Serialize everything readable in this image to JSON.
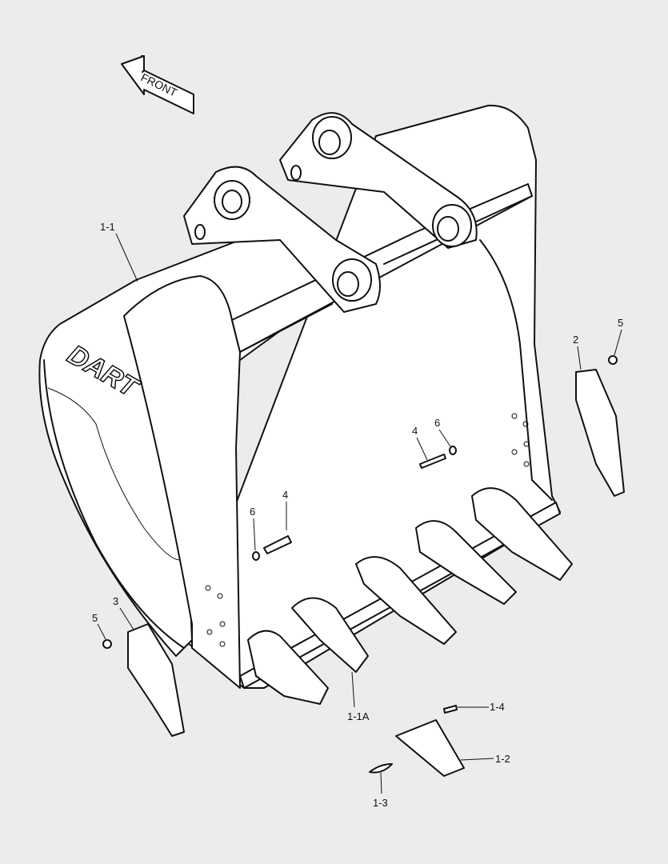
{
  "diagram": {
    "direction_arrow": "FRONT",
    "logo": "DART",
    "colors": {
      "background": "#ececec",
      "line": "#111111",
      "fill": "#ffffff"
    },
    "callouts": [
      {
        "id": "c-1-1",
        "label": "1-1"
      },
      {
        "id": "c-2",
        "label": "2"
      },
      {
        "id": "c-5a",
        "label": "5"
      },
      {
        "id": "c-4a",
        "label": "4"
      },
      {
        "id": "c-6a",
        "label": "6"
      },
      {
        "id": "c-4b",
        "label": "4"
      },
      {
        "id": "c-6b",
        "label": "6"
      },
      {
        "id": "c-3",
        "label": "3"
      },
      {
        "id": "c-5b",
        "label": "5"
      },
      {
        "id": "c-1-1A",
        "label": "1-1A"
      },
      {
        "id": "c-1-4",
        "label": "1-4"
      },
      {
        "id": "c-1-2",
        "label": "1-2"
      },
      {
        "id": "c-1-3",
        "label": "1-3"
      }
    ]
  }
}
